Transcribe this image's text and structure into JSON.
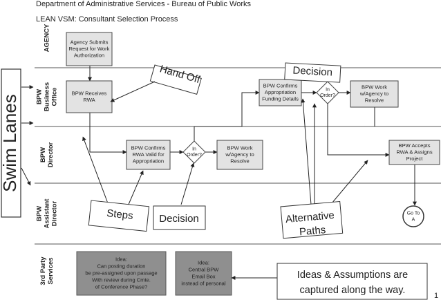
{
  "header": {
    "line1": "Department of Administrative Services  -  Bureau of Public Works",
    "line2": "LEAN VSM:  Consultant Selection Process"
  },
  "side_label": "Swim Lanes",
  "lanes": [
    {
      "id": "agency",
      "lines": [
        "AGENCY"
      ]
    },
    {
      "id": "business",
      "lines": [
        "BPW",
        "Business",
        "Office"
      ]
    },
    {
      "id": "director",
      "lines": [
        "BPW",
        "Director"
      ]
    },
    {
      "id": "asst",
      "lines": [
        "BPW",
        "Assistant",
        "Director"
      ]
    },
    {
      "id": "third",
      "lines": [
        "3rd Party",
        "Services"
      ]
    }
  ],
  "process_boxes": [
    {
      "id": "submit",
      "lines": [
        "Agency Submits",
        "Request for Work",
        "Authorization"
      ]
    },
    {
      "id": "receives",
      "lines": [
        "BPW Receives",
        "RWA"
      ]
    },
    {
      "id": "confirms_valid",
      "lines": [
        "BPW Confirms",
        "RWA Valid for",
        "Appropriation"
      ]
    },
    {
      "id": "work_dir",
      "lines": [
        "BPW Work",
        "w/Agency to",
        "Resolve"
      ]
    },
    {
      "id": "confirms_funding",
      "lines": [
        "BPW Confirms",
        "Appropriation",
        "Funding Details"
      ]
    },
    {
      "id": "work_bo",
      "lines": [
        "BPW Work",
        "w/Agency to",
        "Resolve"
      ]
    },
    {
      "id": "accepts",
      "lines": [
        "BPW Accepts",
        "RWA & Assigns",
        "Project"
      ]
    }
  ],
  "decisions": [
    {
      "id": "dec_dir",
      "lines": [
        "In",
        "Order?"
      ]
    },
    {
      "id": "dec_bo",
      "lines": [
        "In",
        "Order?"
      ]
    }
  ],
  "connector": {
    "lines": [
      "Go To",
      "A"
    ]
  },
  "ideas": [
    {
      "id": "idea1",
      "lines": [
        "Idea:",
        "Can posting duration",
        "be pre-assigned upon passage",
        "With review during Cmte.",
        "of Conference Phase?"
      ]
    },
    {
      "id": "idea2",
      "lines": [
        "Idea:",
        "Central BPW",
        "Email Box",
        "instead of personal"
      ]
    }
  ],
  "callouts": {
    "hand_off": "Hand Off",
    "decision_top": "Decision",
    "steps": "Steps",
    "decision_bottom": "Decision",
    "alt_paths": [
      "Alternative",
      "Paths"
    ],
    "ideas_note": [
      "Ideas & Assumptions are",
      "captured along the way."
    ]
  },
  "page_number": "1",
  "colors": {
    "process_fill": "#e3e3e3",
    "idea_fill": "#8f8f8f",
    "line": "#333333"
  }
}
